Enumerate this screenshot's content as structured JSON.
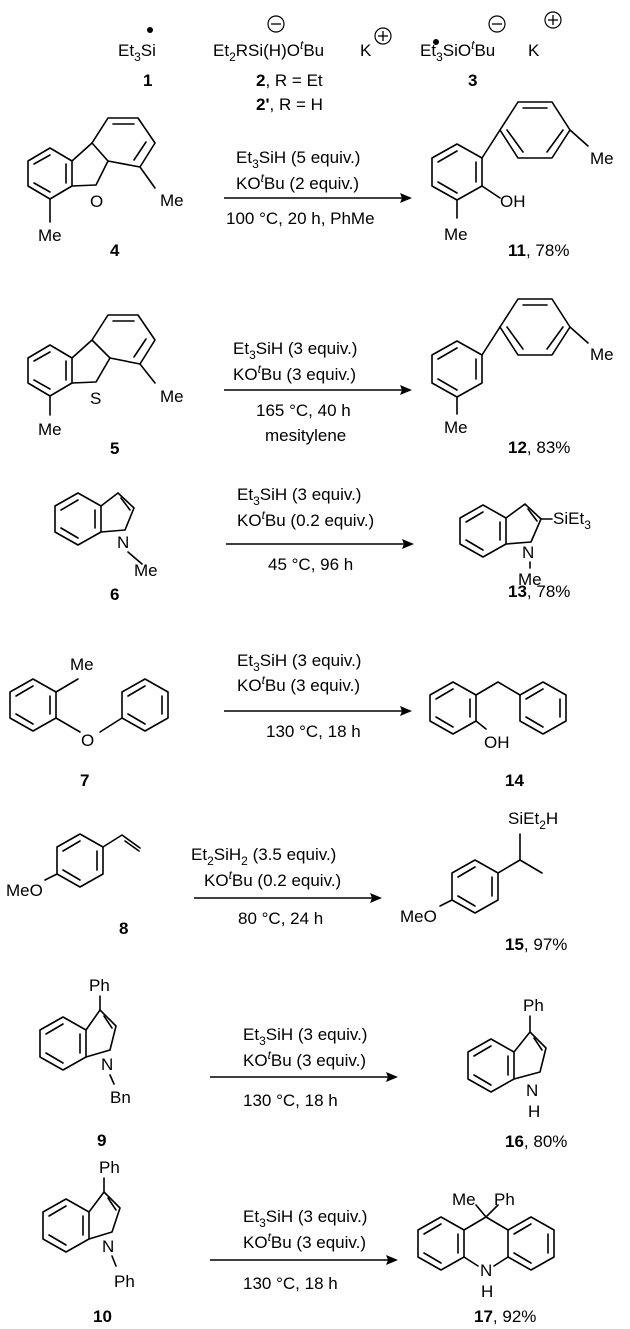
{
  "species": [
    {
      "formula_a": "Et",
      "sub_a": "3",
      "formula_b": "Si",
      "label": "1"
    },
    {
      "formula_a": "Et",
      "sub_a": "2",
      "formula_b": "RSi(H)O",
      "italic": "t",
      "formula_c": "Bu",
      "counter": "K",
      "label": "2",
      "label_note": ", R = Et",
      "label2": "2'",
      "label2_note": ", R = H"
    },
    {
      "formula_a": "Et",
      "sub_a": "3",
      "formula_b": "SiO",
      "italic": "t",
      "formula_c": "Bu",
      "counter": "K",
      "label": "3"
    }
  ],
  "reactions": [
    {
      "sm": "4",
      "product": "11",
      "yield": ", 78%",
      "cond": [
        [
          "Et",
          "3",
          "SiH (5 equiv.)"
        ],
        [
          "KO",
          "t",
          "Bu (2 equiv.)"
        ],
        [
          "100 °C, 20 h, PhMe"
        ]
      ],
      "sm_atoms": {
        "o": "O",
        "me1": "Me",
        "me2": "Me"
      },
      "p_atoms": {
        "me1": "Me",
        "oh": "OH",
        "me2": "Me"
      }
    },
    {
      "sm": "5",
      "product": "12",
      "yield": ", 83%",
      "cond": [
        [
          "Et",
          "3",
          "SiH (3 equiv.)"
        ],
        [
          "KO",
          "t",
          "Bu (3 equiv.)"
        ],
        [
          "165 °C, 40 h"
        ],
        [
          "mesitylene"
        ]
      ],
      "sm_atoms": {
        "s": "S",
        "me1": "Me",
        "me2": "Me"
      },
      "p_atoms": {
        "me1": "Me",
        "me2": "Me"
      }
    },
    {
      "sm": "6",
      "product": "13",
      "yield": ", 78%",
      "cond": [
        [
          "Et",
          "3",
          "SiH (3 equiv.)"
        ],
        [
          "KO",
          "t",
          "Bu (0.2 equiv.)"
        ],
        [
          "45 °C, 96 h"
        ]
      ],
      "sm_atoms": {
        "n": "N",
        "me": "Me"
      },
      "p_atoms": {
        "si": "SiEt",
        "si_sub": "3",
        "n": "N",
        "me": "Me"
      }
    },
    {
      "sm": "7",
      "product": "14",
      "yield": "",
      "cond": [
        [
          "Et",
          "3",
          "SiH (3 equiv.)"
        ],
        [
          "KO",
          "t",
          "Bu (3 equiv.)"
        ],
        [
          "130 °C, 18 h"
        ]
      ],
      "sm_atoms": {
        "me": "Me",
        "o": "O"
      },
      "p_atoms": {
        "oh": "OH"
      }
    },
    {
      "sm": "8",
      "product": "15",
      "yield": ", 97%",
      "cond": [
        [
          "Et",
          "2",
          "SiH",
          "2",
          " (3.5 equiv.)"
        ],
        [
          "KO",
          "t",
          "Bu (0.2 equiv.)"
        ],
        [
          "80 °C, 24 h"
        ]
      ],
      "sm_atoms": {
        "meo": "MeO"
      },
      "p_atoms": {
        "meo": "MeO",
        "si": "SiEt",
        "si_sub": "2",
        "si_end": "H"
      }
    },
    {
      "sm": "9",
      "product": "16",
      "yield": ", 80%",
      "cond": [
        [
          "Et",
          "3",
          "SiH (3 equiv.)"
        ],
        [
          "KO",
          "t",
          "Bu (3 equiv.)"
        ],
        [
          "130 °C, 18 h"
        ]
      ],
      "sm_atoms": {
        "ph": "Ph",
        "n": "N",
        "bn": "Bn"
      },
      "p_atoms": {
        "ph": "Ph",
        "n": "N",
        "h": "H"
      }
    },
    {
      "sm": "10",
      "product": "17",
      "yield": ", 92%",
      "cond": [
        [
          "Et",
          "3",
          "SiH (3 equiv.)"
        ],
        [
          "KO",
          "t",
          "Bu (3 equiv.)"
        ],
        [
          "130 °C, 18 h"
        ]
      ],
      "sm_atoms": {
        "ph": "Ph",
        "n": "N",
        "ph2": "Ph"
      },
      "p_atoms": {
        "me": "Me",
        "ph": "Ph",
        "n": "N",
        "h": "H"
      }
    }
  ]
}
